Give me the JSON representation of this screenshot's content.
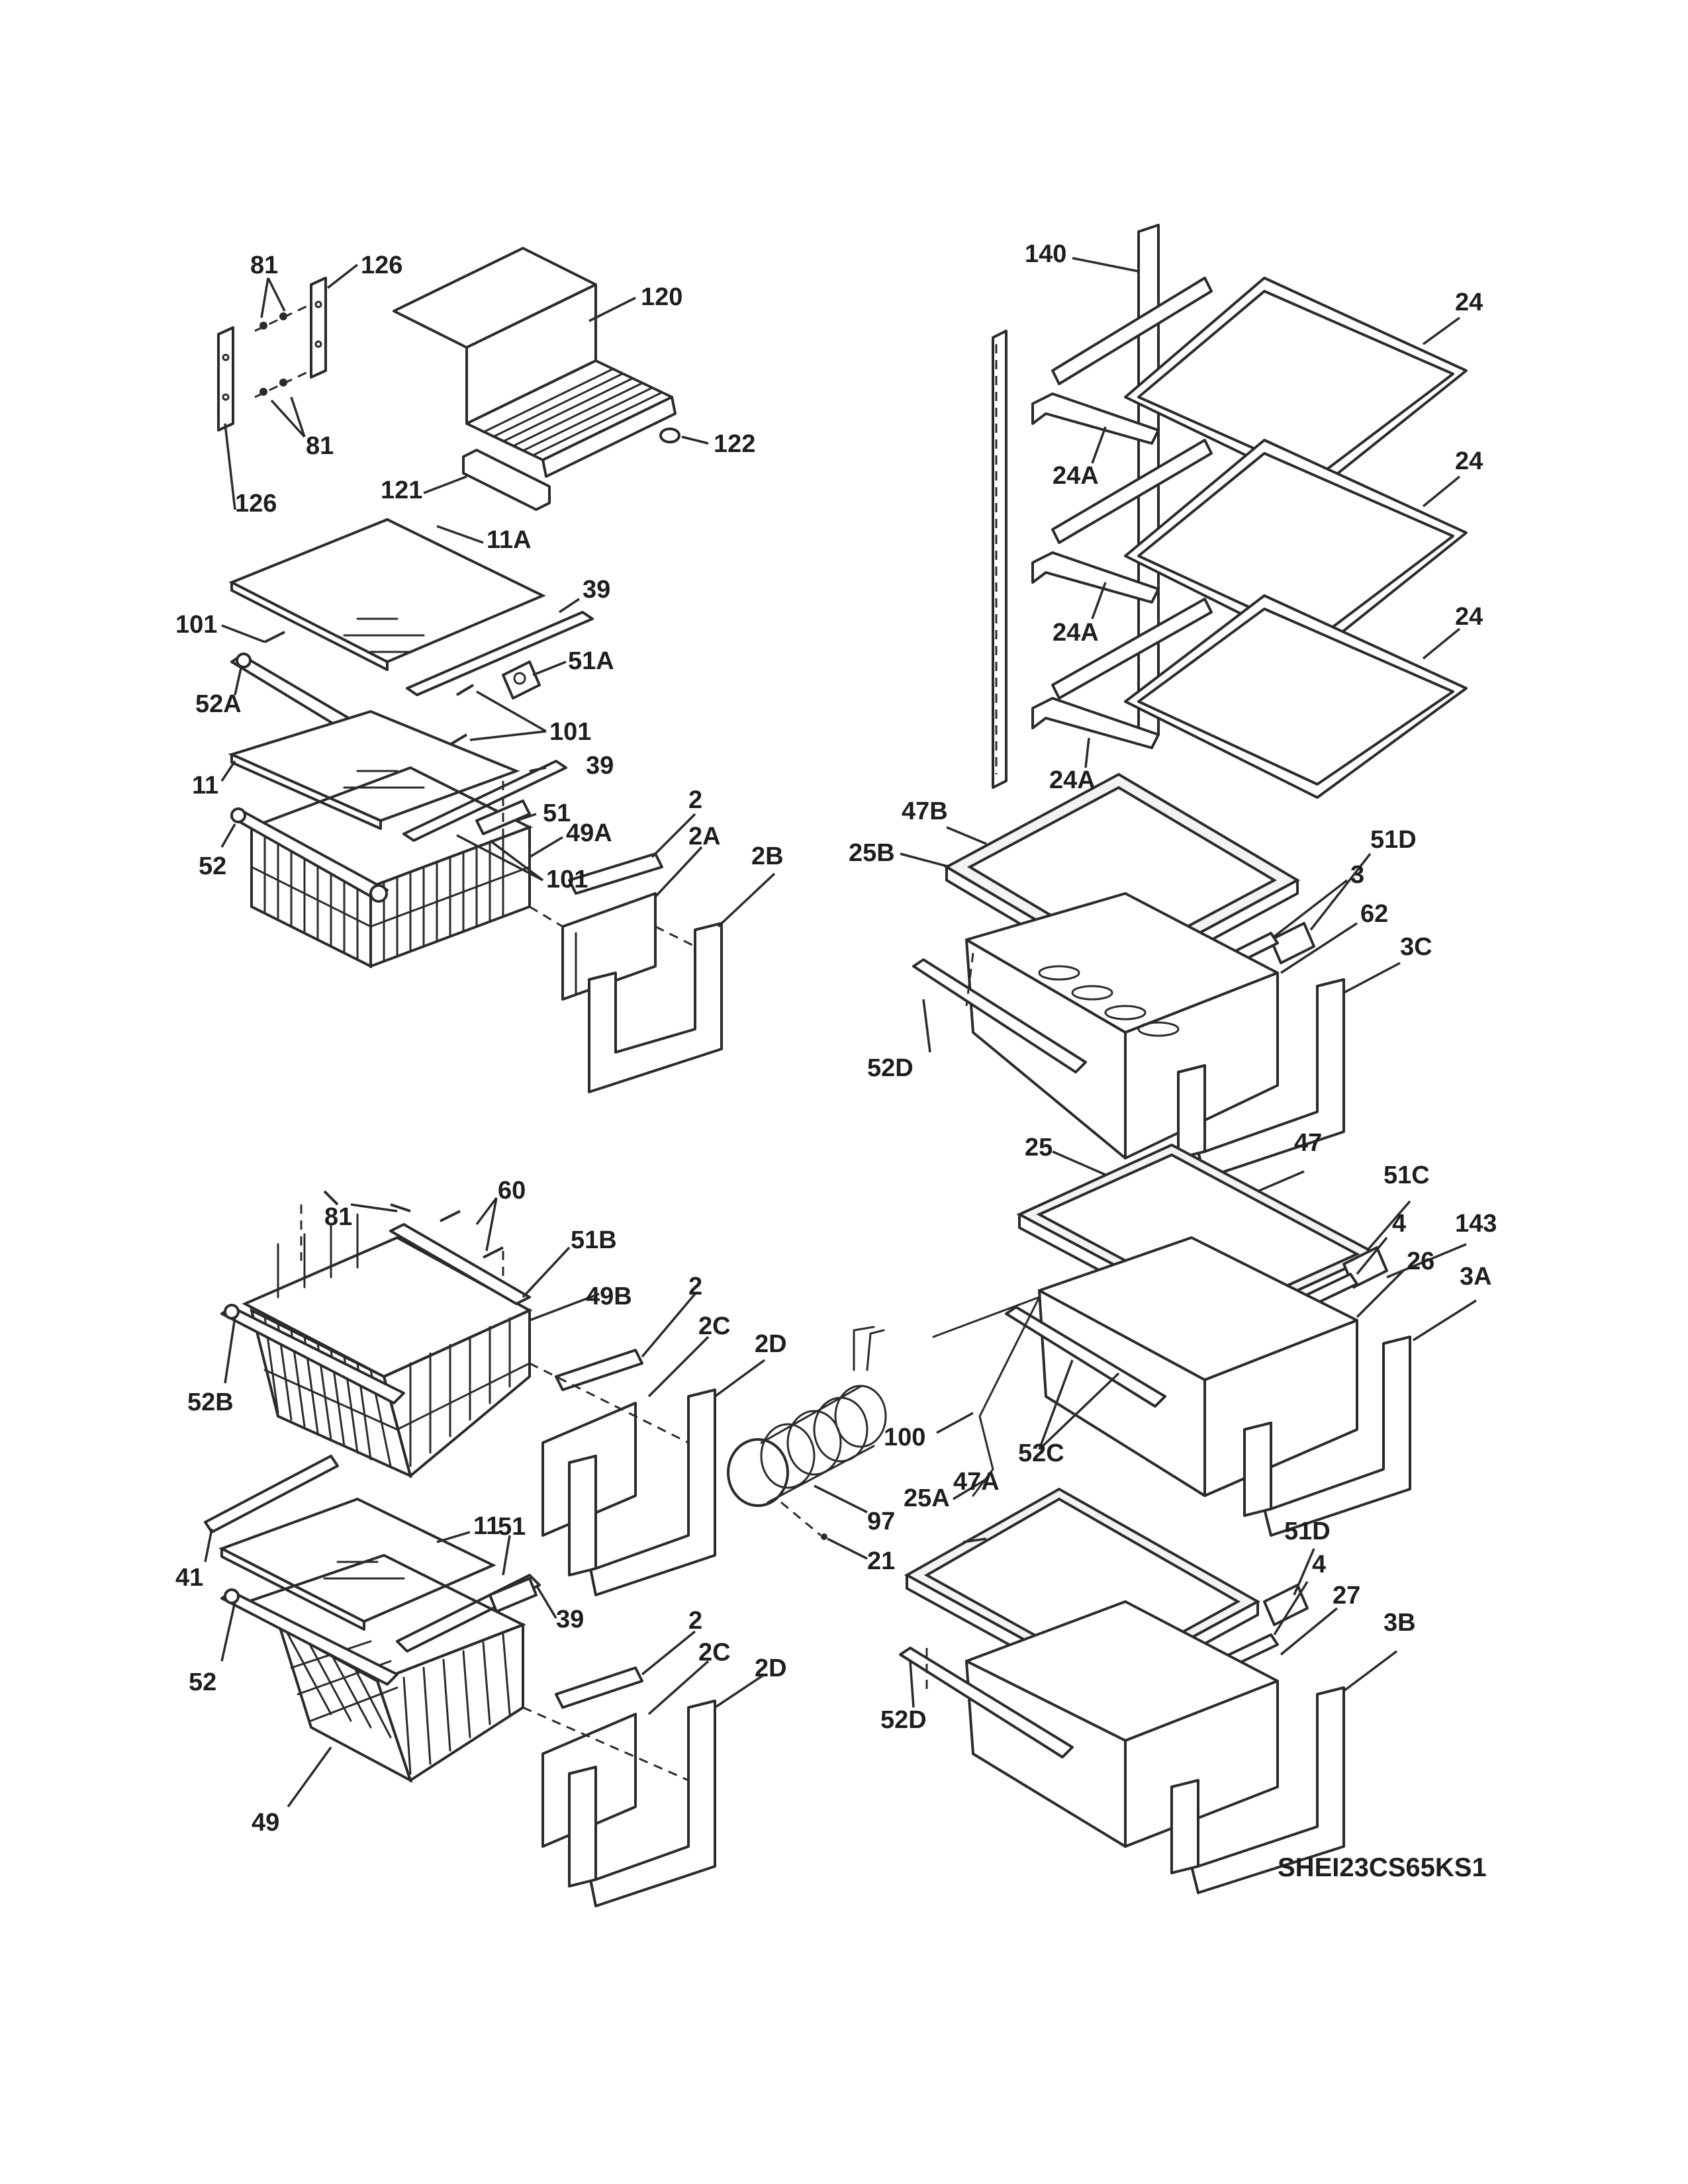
{
  "diagram": {
    "model_number": "SHEI23CS65KS1",
    "callouts": [
      {
        "id": "c-81-a",
        "text": "81"
      },
      {
        "id": "c-126-a",
        "text": "126"
      },
      {
        "id": "c-120",
        "text": "120"
      },
      {
        "id": "c-81-b",
        "text": "81"
      },
      {
        "id": "c-122",
        "text": "122"
      },
      {
        "id": "c-121",
        "text": "121"
      },
      {
        "id": "c-126-b",
        "text": "126"
      },
      {
        "id": "c-11A",
        "text": "11A"
      },
      {
        "id": "c-39-a",
        "text": "39"
      },
      {
        "id": "c-101-a",
        "text": "101"
      },
      {
        "id": "c-51A",
        "text": "51A"
      },
      {
        "id": "c-52A",
        "text": "52A"
      },
      {
        "id": "c-101-b",
        "text": "101"
      },
      {
        "id": "c-39-b",
        "text": "39"
      },
      {
        "id": "c-11-a",
        "text": "11"
      },
      {
        "id": "c-51-a",
        "text": "51"
      },
      {
        "id": "c-49A",
        "text": "49A"
      },
      {
        "id": "c-52-a",
        "text": "52"
      },
      {
        "id": "c-101-c",
        "text": "101"
      },
      {
        "id": "c-2-a",
        "text": "2"
      },
      {
        "id": "c-2A",
        "text": "2A"
      },
      {
        "id": "c-2B",
        "text": "2B"
      },
      {
        "id": "c-140",
        "text": "140"
      },
      {
        "id": "c-24-a",
        "text": "24"
      },
      {
        "id": "c-24A-a",
        "text": "24A"
      },
      {
        "id": "c-24-b",
        "text": "24"
      },
      {
        "id": "c-24A-b",
        "text": "24A"
      },
      {
        "id": "c-24-c",
        "text": "24"
      },
      {
        "id": "c-24A-c",
        "text": "24A"
      },
      {
        "id": "c-47B",
        "text": "47B"
      },
      {
        "id": "c-25B",
        "text": "25B"
      },
      {
        "id": "c-51D-a",
        "text": "51D"
      },
      {
        "id": "c-3",
        "text": "3"
      },
      {
        "id": "c-62",
        "text": "62"
      },
      {
        "id": "c-3C",
        "text": "3C"
      },
      {
        "id": "c-52D-a",
        "text": "52D"
      },
      {
        "id": "c-25",
        "text": "25"
      },
      {
        "id": "c-47",
        "text": "47"
      },
      {
        "id": "c-51C",
        "text": "51C"
      },
      {
        "id": "c-4-a",
        "text": "4"
      },
      {
        "id": "c-143",
        "text": "143"
      },
      {
        "id": "c-26",
        "text": "26"
      },
      {
        "id": "c-3A",
        "text": "3A"
      },
      {
        "id": "c-100",
        "text": "100"
      },
      {
        "id": "c-52C",
        "text": "52C"
      },
      {
        "id": "c-47A",
        "text": "47A"
      },
      {
        "id": "c-25A",
        "text": "25A"
      },
      {
        "id": "c-97",
        "text": "97"
      },
      {
        "id": "c-21",
        "text": "21"
      },
      {
        "id": "c-51D-b",
        "text": "51D"
      },
      {
        "id": "c-4-b",
        "text": "4"
      },
      {
        "id": "c-27",
        "text": "27"
      },
      {
        "id": "c-3B",
        "text": "3B"
      },
      {
        "id": "c-52D-b",
        "text": "52D"
      },
      {
        "id": "c-81-c",
        "text": "81"
      },
      {
        "id": "c-60",
        "text": "60"
      },
      {
        "id": "c-51B",
        "text": "51B"
      },
      {
        "id": "c-49B",
        "text": "49B"
      },
      {
        "id": "c-52B",
        "text": "52B"
      },
      {
        "id": "c-2-b",
        "text": "2"
      },
      {
        "id": "c-2C-a",
        "text": "2C"
      },
      {
        "id": "c-2D-a",
        "text": "2D"
      },
      {
        "id": "c-41",
        "text": "41"
      },
      {
        "id": "c-11-b",
        "text": "11"
      },
      {
        "id": "c-51-b",
        "text": "51"
      },
      {
        "id": "c-39-c",
        "text": "39"
      },
      {
        "id": "c-52-b",
        "text": "52"
      },
      {
        "id": "c-49",
        "text": "49"
      },
      {
        "id": "c-2-c",
        "text": "2"
      },
      {
        "id": "c-2C-b",
        "text": "2C"
      },
      {
        "id": "c-2D-b",
        "text": "2D"
      }
    ]
  }
}
